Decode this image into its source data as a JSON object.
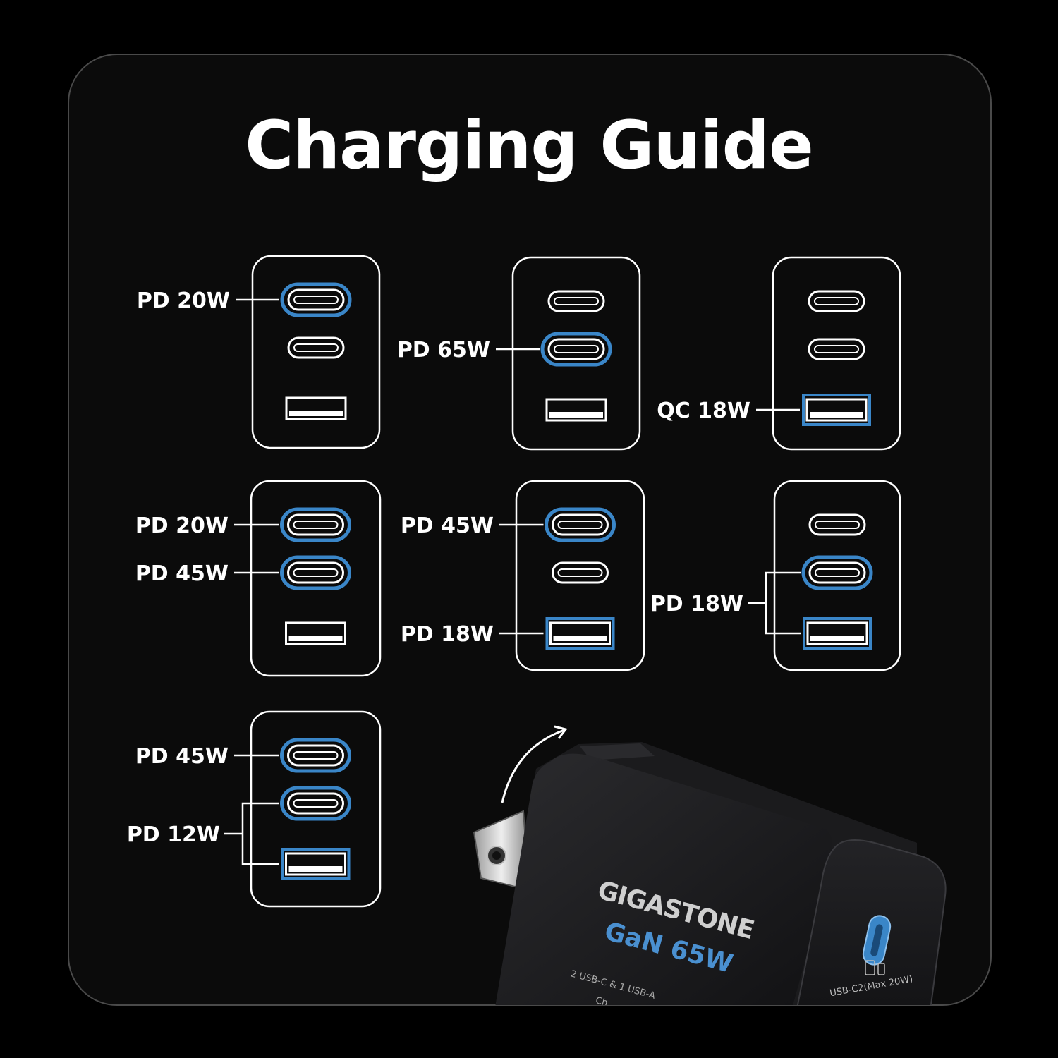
{
  "title": "Charging Guide",
  "colors": {
    "background": "#000000",
    "frame_border": "#4a4a4a",
    "port_outline": "#ffffff",
    "active_highlight": "#3a86c8",
    "text": "#ffffff"
  },
  "configs": [
    {
      "ports": [
        {
          "type": "usb-c",
          "active": true
        },
        {
          "type": "usb-c",
          "active": false
        },
        {
          "type": "usb-a",
          "active": false
        }
      ],
      "labels": [
        {
          "text": "PD 20W",
          "ports": [
            0
          ]
        }
      ]
    },
    {
      "ports": [
        {
          "type": "usb-c",
          "active": false
        },
        {
          "type": "usb-c",
          "active": true
        },
        {
          "type": "usb-a",
          "active": false
        }
      ],
      "labels": [
        {
          "text": "PD 65W",
          "ports": [
            1
          ]
        }
      ]
    },
    {
      "ports": [
        {
          "type": "usb-c",
          "active": false
        },
        {
          "type": "usb-c",
          "active": false
        },
        {
          "type": "usb-a",
          "active": true
        }
      ],
      "labels": [
        {
          "text": "QC 18W",
          "ports": [
            2
          ]
        }
      ]
    },
    {
      "ports": [
        {
          "type": "usb-c",
          "active": true
        },
        {
          "type": "usb-c",
          "active": true
        },
        {
          "type": "usb-a",
          "active": false
        }
      ],
      "labels": [
        {
          "text": "PD 20W",
          "ports": [
            0
          ]
        },
        {
          "text": "PD 45W",
          "ports": [
            1
          ]
        }
      ]
    },
    {
      "ports": [
        {
          "type": "usb-c",
          "active": true
        },
        {
          "type": "usb-c",
          "active": false
        },
        {
          "type": "usb-a",
          "active": true
        }
      ],
      "labels": [
        {
          "text": "PD 45W",
          "ports": [
            0
          ]
        },
        {
          "text": "PD 18W",
          "ports": [
            2
          ]
        }
      ]
    },
    {
      "ports": [
        {
          "type": "usb-c",
          "active": false
        },
        {
          "type": "usb-c",
          "active": true
        },
        {
          "type": "usb-a",
          "active": true
        }
      ],
      "labels": [
        {
          "text": "PD 18W",
          "ports": [
            1,
            2
          ]
        }
      ]
    },
    {
      "ports": [
        {
          "type": "usb-c",
          "active": true
        },
        {
          "type": "usb-c",
          "active": true
        },
        {
          "type": "usb-a",
          "active": true
        }
      ],
      "labels": [
        {
          "text": "PD 45W",
          "ports": [
            0
          ]
        },
        {
          "text": "PD 12W",
          "ports": [
            1,
            2
          ]
        }
      ]
    }
  ],
  "charger": {
    "brand": "GIGASTONE",
    "model": "GaN 65W",
    "spec_line_1": "2 USB-C & 1 USB-A",
    "spec_line_2": "Ch",
    "port_label": "USB-C2(Max 20W)"
  }
}
